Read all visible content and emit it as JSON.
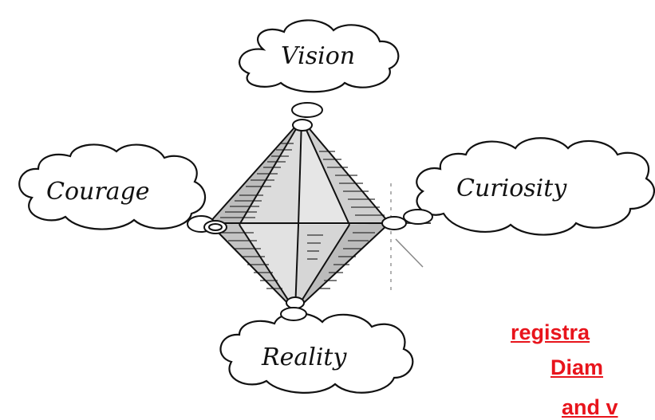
{
  "clouds": {
    "vision": "Vision",
    "courage": "Courage",
    "curiosity": "Curiosity",
    "reality": "Reality"
  },
  "overlay_text": {
    "line1": "registra",
    "line2": "Diam",
    "line3": "and v"
  },
  "colors": {
    "overlay_text": "#e8141c",
    "ink": "#111111"
  }
}
